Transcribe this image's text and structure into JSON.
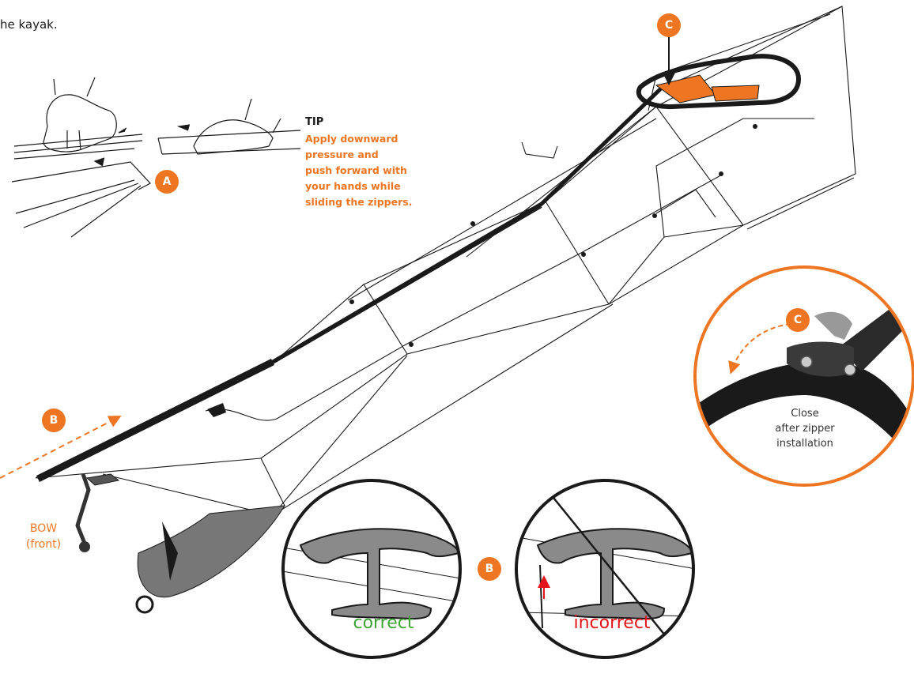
{
  "intro_text": "he kayak.",
  "tip": {
    "title": "TIP",
    "lines": [
      "Apply downward",
      "pressure and",
      "push forward with",
      "your hands while",
      "sliding the zippers."
    ]
  },
  "labels": {
    "bow_line1": "BOW",
    "bow_line2": "(front)",
    "close_lines": [
      "Close",
      "after zipper",
      "installation"
    ],
    "correct": "correct",
    "incorrect": "incorrect"
  },
  "badges": {
    "a": "A",
    "b_bow": "B",
    "b_detail": "B",
    "c_top": "C",
    "c_detail": "C"
  },
  "colors": {
    "accent": "#ee7623",
    "correct": "#3ea535",
    "incorrect": "#e3151a",
    "line": "#1a1a1a",
    "profile_gray": "#8a8a8a"
  }
}
